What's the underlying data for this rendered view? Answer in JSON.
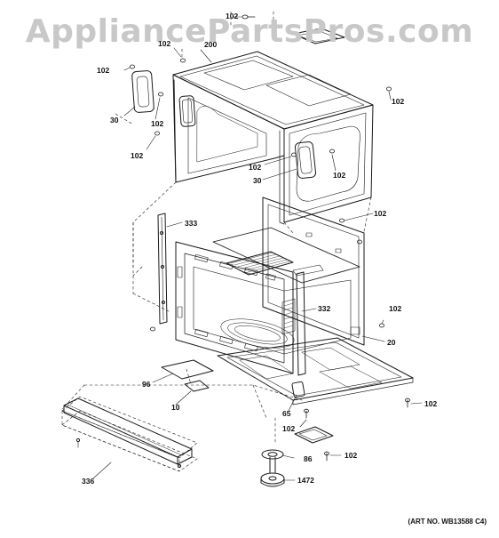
{
  "watermark": "AppliancePartsPros.com",
  "art_number": "(ART NO. WB13588 C4)",
  "colors": {
    "line": "#1a1a1a",
    "watermark": "#c8c8c8",
    "background": "#ffffff"
  },
  "labels": [
    {
      "id": "lbl-102-top",
      "text": "102"
    },
    {
      "id": "lbl-102-a",
      "text": "102"
    },
    {
      "id": "lbl-200",
      "text": "200"
    },
    {
      "id": "lbl-102-left",
      "text": "102"
    },
    {
      "id": "lbl-30-left",
      "text": "30"
    },
    {
      "id": "lbl-102-b",
      "text": "102"
    },
    {
      "id": "lbl-102-c",
      "text": "102"
    },
    {
      "id": "lbl-102-right",
      "text": "102"
    },
    {
      "id": "lbl-102-d",
      "text": "102"
    },
    {
      "id": "lbl-102-e",
      "text": "102"
    },
    {
      "id": "lbl-30-center",
      "text": "30"
    },
    {
      "id": "lbl-333",
      "text": "333"
    },
    {
      "id": "lbl-102-f",
      "text": "102"
    },
    {
      "id": "lbl-332",
      "text": "332"
    },
    {
      "id": "lbl-102-g",
      "text": "102"
    },
    {
      "id": "lbl-20",
      "text": "20"
    },
    {
      "id": "lbl-96",
      "text": "96"
    },
    {
      "id": "lbl-10",
      "text": "10"
    },
    {
      "id": "lbl-65",
      "text": "65"
    },
    {
      "id": "lbl-102-h",
      "text": "102"
    },
    {
      "id": "lbl-102-i",
      "text": "102"
    },
    {
      "id": "lbl-86",
      "text": "86"
    },
    {
      "id": "lbl-102-j",
      "text": "102"
    },
    {
      "id": "lbl-1472",
      "text": "1472"
    },
    {
      "id": "lbl-336",
      "text": "336"
    }
  ]
}
